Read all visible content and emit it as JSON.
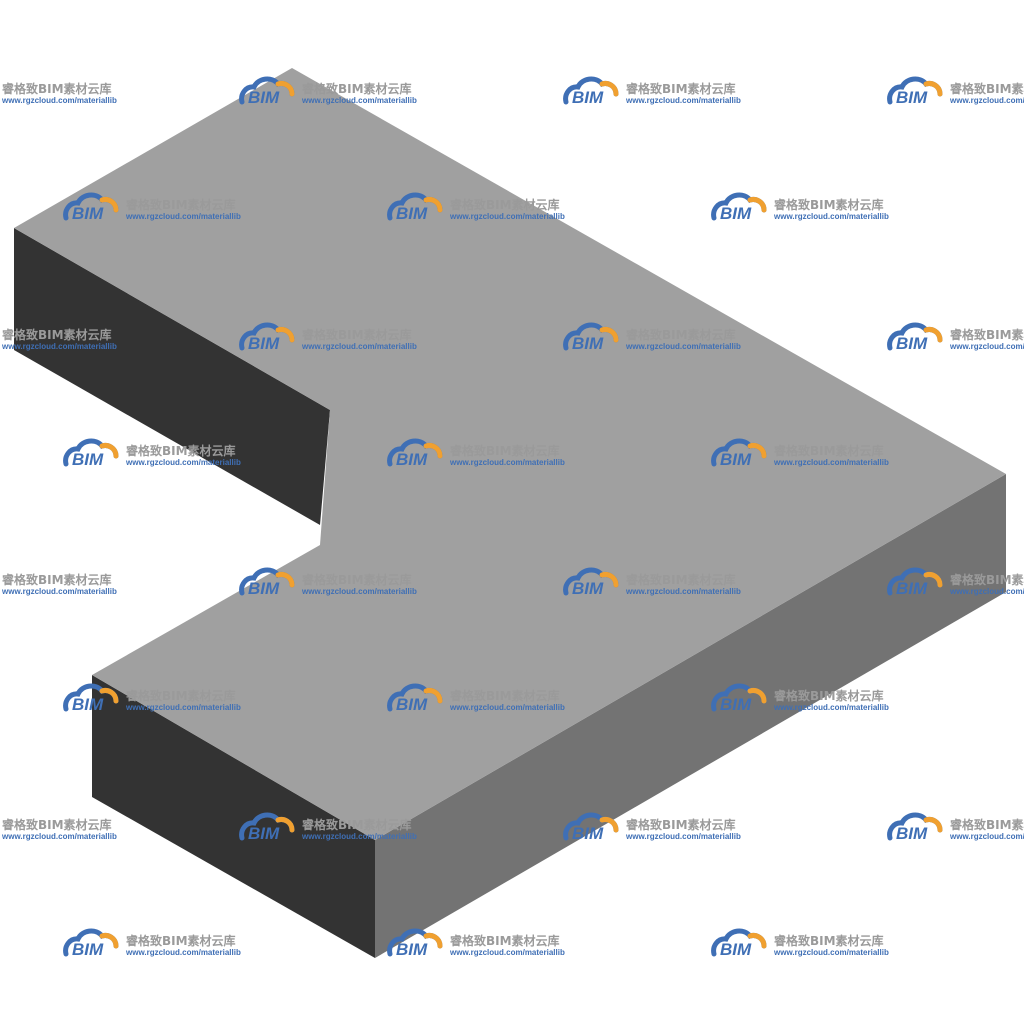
{
  "watermark": {
    "logo_text": "BIM",
    "brand_text": "睿格致BIM素材云库",
    "url_text": "www.rgzcloud.com/materiallib",
    "logo_blue": "#3f6fb5",
    "logo_orange": "#f0a030",
    "brand_gray": "#9a9a9a"
  },
  "shape_colors": {
    "top_face": "#a0a0a0",
    "front_right_face": "#737373",
    "dark_face": "#333333"
  }
}
